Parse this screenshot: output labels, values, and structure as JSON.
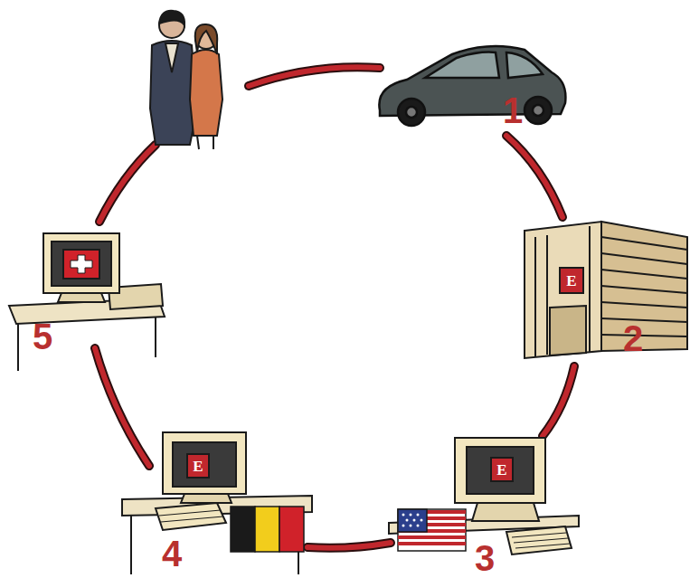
{
  "diagram": {
    "labels": [
      "1",
      "2",
      "3",
      "4",
      "5",
      "E",
      "E",
      "E"
    ]
  }
}
